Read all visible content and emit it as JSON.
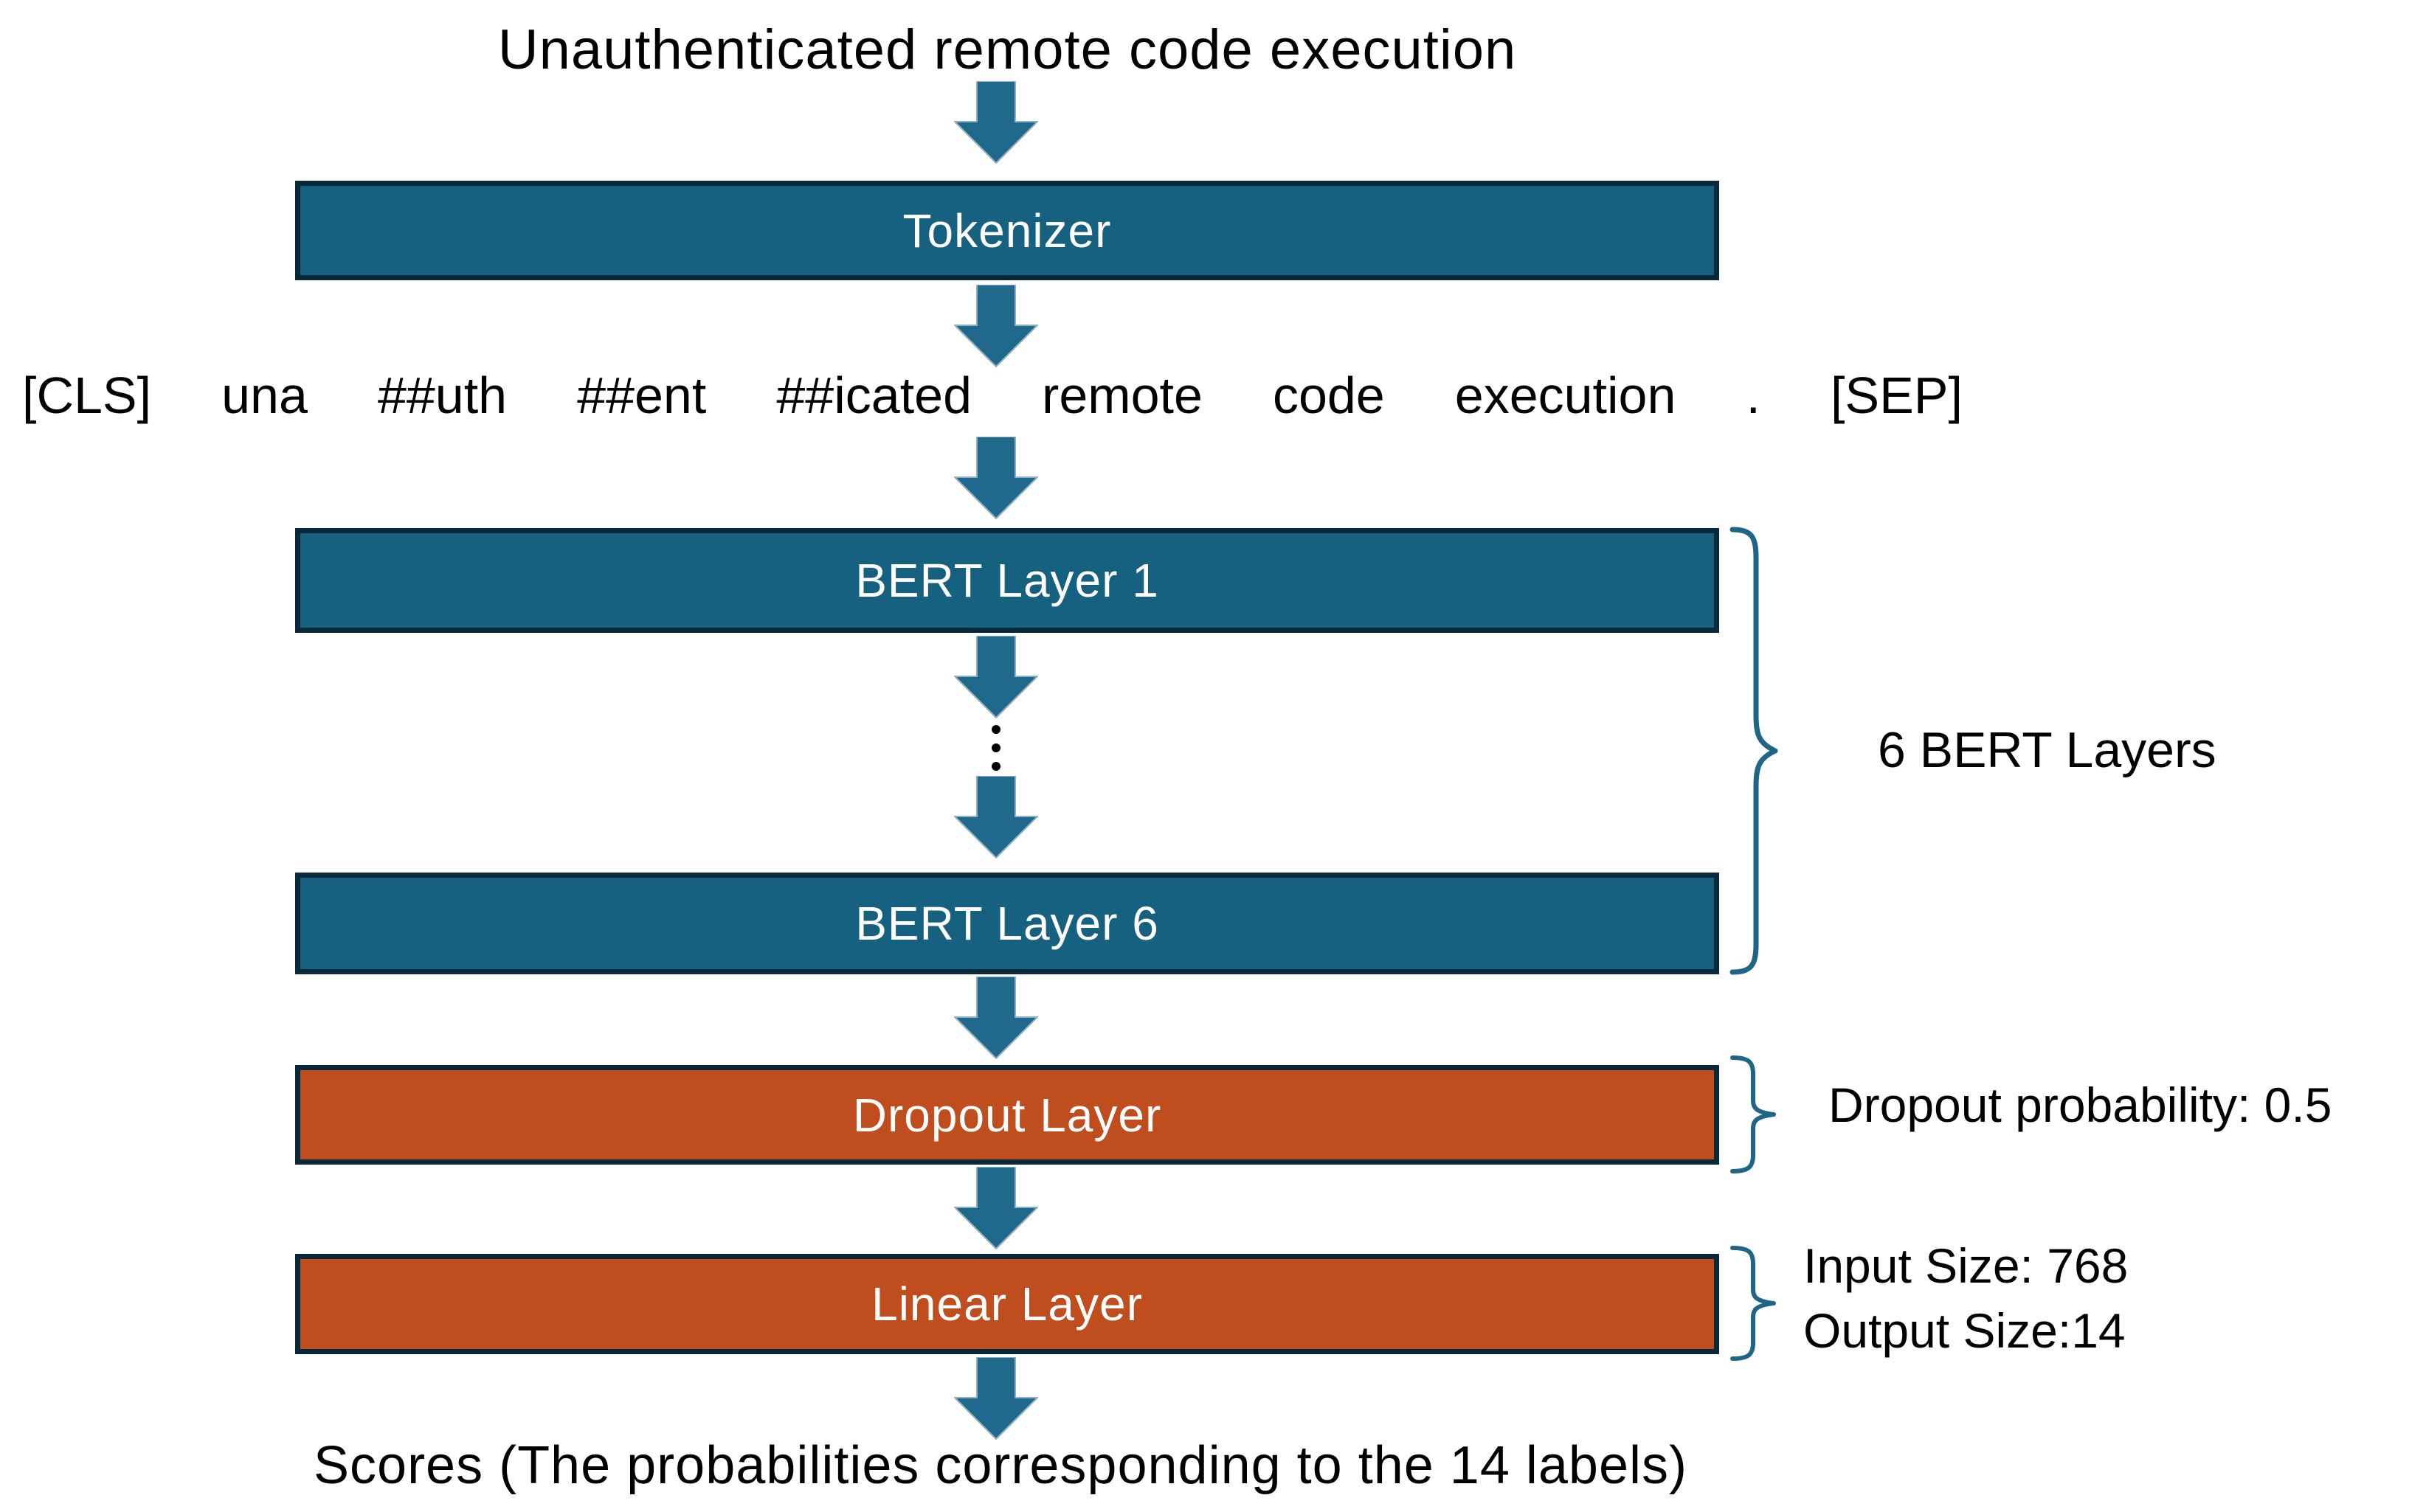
{
  "title": "Unauthenticated remote code execution",
  "pipeline": {
    "tokenizer_label": "Tokenizer",
    "bert_layer_1_label": "BERT Layer 1",
    "bert_layer_6_label": "BERT Layer 6",
    "dropout_label": "Dropout Layer",
    "linear_label": "Linear Layer"
  },
  "tokens": [
    "[CLS]",
    "una",
    "##uth",
    "##ent",
    "##icated",
    "remote",
    "code",
    "execution",
    ".",
    "[SEP]"
  ],
  "annotations": {
    "bert_brace_label": "6 BERT Layers",
    "dropout_brace_label": "Dropout probability: 0.5",
    "linear_brace_line1": "Input Size: 768",
    "linear_brace_line2": "Output Size:14"
  },
  "output_caption": "Scores (The probabilities corresponding to the 14 labels)",
  "colors": {
    "box_teal": "#176180",
    "box_orange": "#BF4D1E",
    "box_border": "#07293A",
    "arrow_fill": "#20688C",
    "arrow_edge": "#8FB0C2",
    "brace": "#1F6588",
    "text_dark": "#000000",
    "text_light": "#FFFFFF",
    "background": "#FFFFFF"
  }
}
